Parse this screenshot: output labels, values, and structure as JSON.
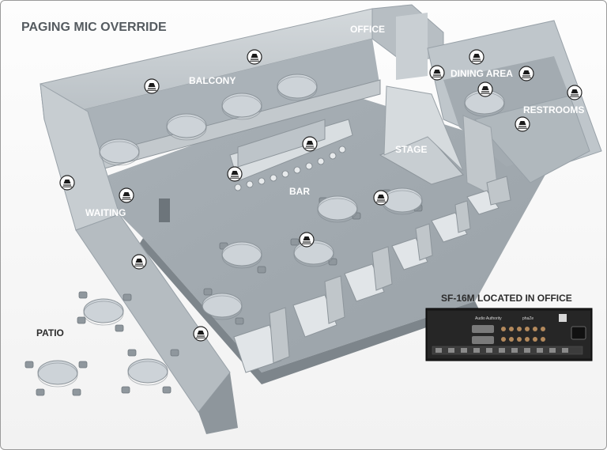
{
  "title": "PAGING MIC OVERRIDE",
  "areas": {
    "office": "OFFICE",
    "balcony": "BALCONY",
    "dining": "DINING AREA",
    "restrooms": "RESTROOMS",
    "stage": "STAGE",
    "bar": "BAR",
    "waiting": "WAITING",
    "patio": "PATIO"
  },
  "device": {
    "caption": "SF-16M LOCATED IN OFFICE",
    "brand": "Audio Authority",
    "logo": "phaZe"
  },
  "colors": {
    "floor": "#a3abb1",
    "wall": "#c6ccd0",
    "wall_dark": "#98a1a8",
    "table": "#cfd5da",
    "speaker_bg": "#ffffff",
    "speaker_fg": "#1a1a1a"
  },
  "icons": {
    "speaker": "ceiling-speaker-icon"
  }
}
